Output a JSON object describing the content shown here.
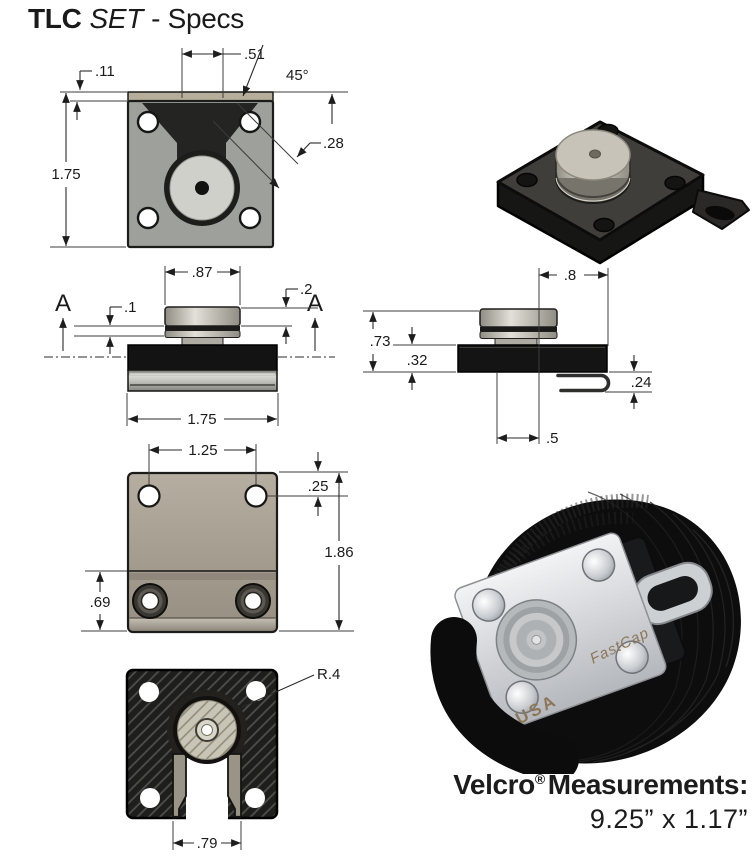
{
  "title": {
    "product": "TLC",
    "series": "SET",
    "suffix": "- Specs"
  },
  "colors": {
    "drawing_ink": "#1d1d1d",
    "plate_gray": "#9da09b",
    "metal_tan": "#b6ae9a",
    "strap_black": "#0d0d0d",
    "silver": "#d9dbdd",
    "engraving_bronze": "#8d7657"
  },
  "front_view": {
    "dims": {
      "slot_width": ".51",
      "chamfer_angle": "45°",
      "lip_height": ".11",
      "chamfer_depth": ".28",
      "plate_height": "1.75"
    }
  },
  "side_view": {
    "section_left": "A",
    "section_right": "A",
    "dims": {
      "button_width": ".87",
      "groove_height": ".1",
      "head_height": ".2",
      "base_width": "1.75"
    }
  },
  "hook_view": {
    "dims": {
      "edge_offset": ".8",
      "overall_height": ".73",
      "base_thickness": ".32",
      "hook_height": ".24",
      "stem_offset": ".5"
    }
  },
  "back_view": {
    "dims": {
      "hole_spacing": "1.25",
      "hole_edge_offset": ".25",
      "plate_height": "1.86",
      "lower_section": ".69"
    }
  },
  "section_view": {
    "dims": {
      "fillet_radius": "R.4",
      "channel_width": ".79"
    }
  },
  "photo": {
    "engraving_country": "USA",
    "engraving_brand": "FastCap"
  },
  "footer": {
    "brand": "Velcro",
    "trademark": "®",
    "heading": "Measurements:",
    "dimensions": "9.25” x 1.17”"
  }
}
